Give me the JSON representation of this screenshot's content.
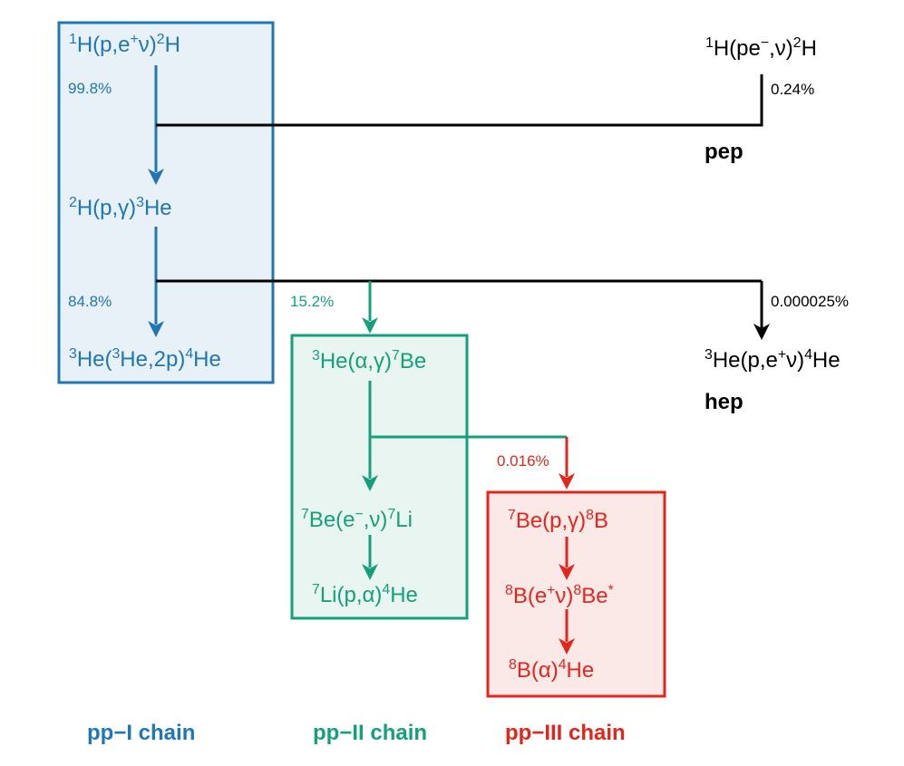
{
  "colors": {
    "blue": "#1f77b4",
    "green": "#16a07a",
    "red": "#e3261b",
    "black": "#000000",
    "blue_fill": "#e8f1f8",
    "green_fill": "#e8f5f0",
    "red_fill": "#fbe9e8"
  },
  "ppI": {
    "chain_label": "pp−I chain",
    "r1": {
      "a": "1",
      "b": "H(p,e",
      "c": "+",
      "d": "ν)",
      "e": "2",
      "f": "H"
    },
    "r2": {
      "a": "2",
      "b": "H(p,γ)",
      "c": "3",
      "d": "He"
    },
    "r3": {
      "a": "3",
      "b": "He(",
      "c": "3",
      "d": "He,2p)",
      "e": "4",
      "f": "He"
    },
    "pct1": "99.8%",
    "pct2": "84.8%"
  },
  "ppII": {
    "chain_label": "pp−II chain",
    "pct": "15.2%",
    "r1": {
      "a": "3",
      "b": "He(α,γ)",
      "c": "7",
      "d": "Be"
    },
    "r2": {
      "a": "7",
      "b": "Be(e",
      "c": "−",
      "d": ",ν)",
      "e": "7",
      "f": "Li"
    },
    "r3": {
      "a": "7",
      "b": "Li(p,α)",
      "c": "4",
      "d": "He"
    }
  },
  "ppIII": {
    "chain_label": "pp−III chain",
    "pct": "0.016%",
    "r1": {
      "a": "7",
      "b": "Be(p,γ)",
      "c": "8",
      "d": "B"
    },
    "r2": {
      "a": "8",
      "b": "B(e",
      "c": "+",
      "d": "ν)",
      "e": "8",
      "f": "Be",
      "g": "*"
    },
    "r3": {
      "a": "8",
      "b": "B(α)",
      "c": "4",
      "d": "He"
    }
  },
  "pep": {
    "label": "pep",
    "pct": "0.24%",
    "r": {
      "a": "1",
      "b": "H(pe",
      "c": "−",
      "d": ",ν)",
      "e": "2",
      "f": "H"
    }
  },
  "hep": {
    "label": "hep",
    "pct": "0.000025%",
    "r": {
      "a": "3",
      "b": "He(p,e",
      "c": "+",
      "d": "ν)",
      "e": "4",
      "f": "He"
    }
  }
}
